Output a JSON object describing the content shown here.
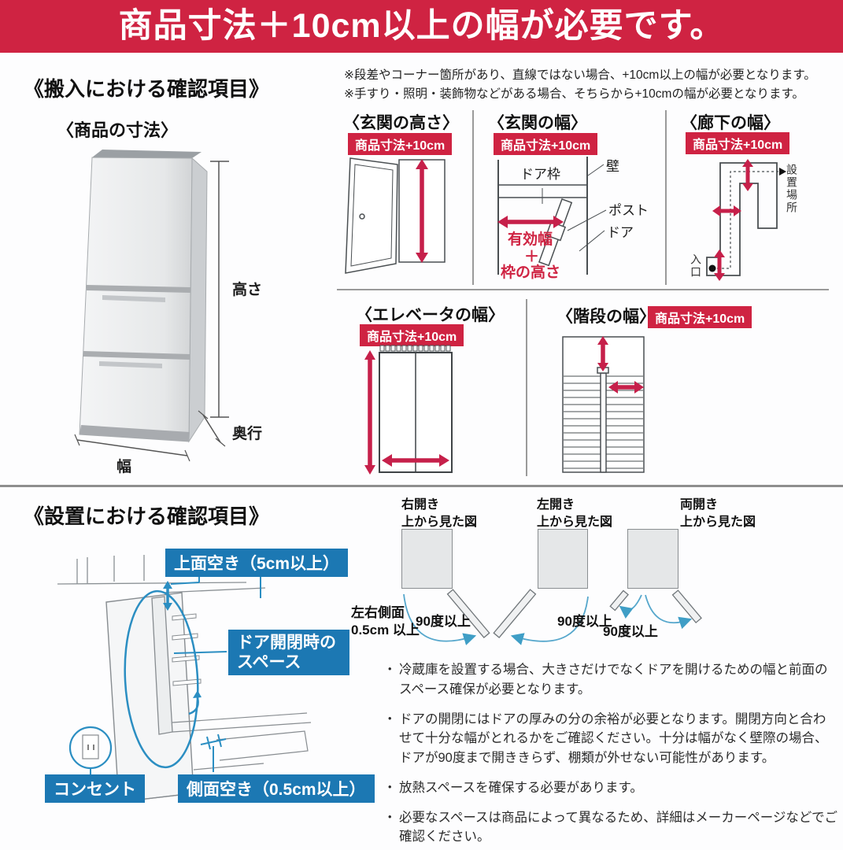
{
  "banner": "商品寸法＋10cm以上の幅が必要です。",
  "notes": {
    "line1": "※段差やコーナー箇所があり、直線ではない場合、+10cm以上の幅が必要となります。",
    "line2": "※手すり・照明・装飾物などがある場合、そちらから+10cmの幅が必要となります。"
  },
  "carry_in": {
    "heading": "《搬入における確認項目》",
    "badge": "商品寸法+10cm",
    "product": {
      "title": "〈商品の寸法〉",
      "height": "高さ",
      "depth": "奥行",
      "width": "幅"
    },
    "entrance_height": {
      "title": "〈玄関の高さ〉"
    },
    "entrance_width": {
      "title": "〈玄関の幅〉",
      "door_frame": "ドア枠",
      "wall": "壁",
      "post": "ポスト",
      "door": "ドア",
      "eff1": "有効幅",
      "eff2": "＋",
      "eff3": "枠の高さ"
    },
    "hallway": {
      "title": "〈廊下の幅〉",
      "place": "設置場所",
      "entry": "入口"
    },
    "elevator": {
      "title": "〈エレベータの幅〉"
    },
    "stairs": {
      "title": "〈階段の幅〉"
    }
  },
  "install": {
    "heading": "《設置における確認項目》",
    "top_clearance": "上面空き（5cm以上）",
    "door_space_line1": "ドア開閉時の",
    "door_space_line2": "スペース",
    "outlet": "コンセント",
    "side_clearance": "側面空き（0.5cm以上）",
    "views": [
      {
        "t1": "右開き",
        "t2": "上から見た図",
        "angle": "90度以上"
      },
      {
        "t1": "左開き",
        "t2": "上から見た図",
        "angle": "90度以上"
      },
      {
        "t1": "両開き",
        "t2": "上から見た図",
        "angle": "90度以上"
      }
    ],
    "side_note1": "左右側面",
    "side_note2": "0.5cm 以上",
    "bullet_char": "・",
    "bullets": [
      "冷蔵庫を設置する場合、大きさだけでなくドアを開けるための幅と前面のスペース確保が必要となります。",
      "ドアの開閉にはドアの厚みの分の余裕が必要となります。開閉方向と合わせて十分な幅がとれるかをご確認ください。十分は幅がなく壁際の場合、ドアが90度まで開ききらず、棚類が外せない可能性があります。",
      "放熱スペースを確保する必要があります。",
      "必要なスペースは商品によって異なるため、詳細はメーカーページなどでご確認ください。"
    ]
  },
  "colors": {
    "accent_red": "#cf2342",
    "accent_blue": "#1c78b3",
    "arc_blue": "#56a7cc"
  }
}
